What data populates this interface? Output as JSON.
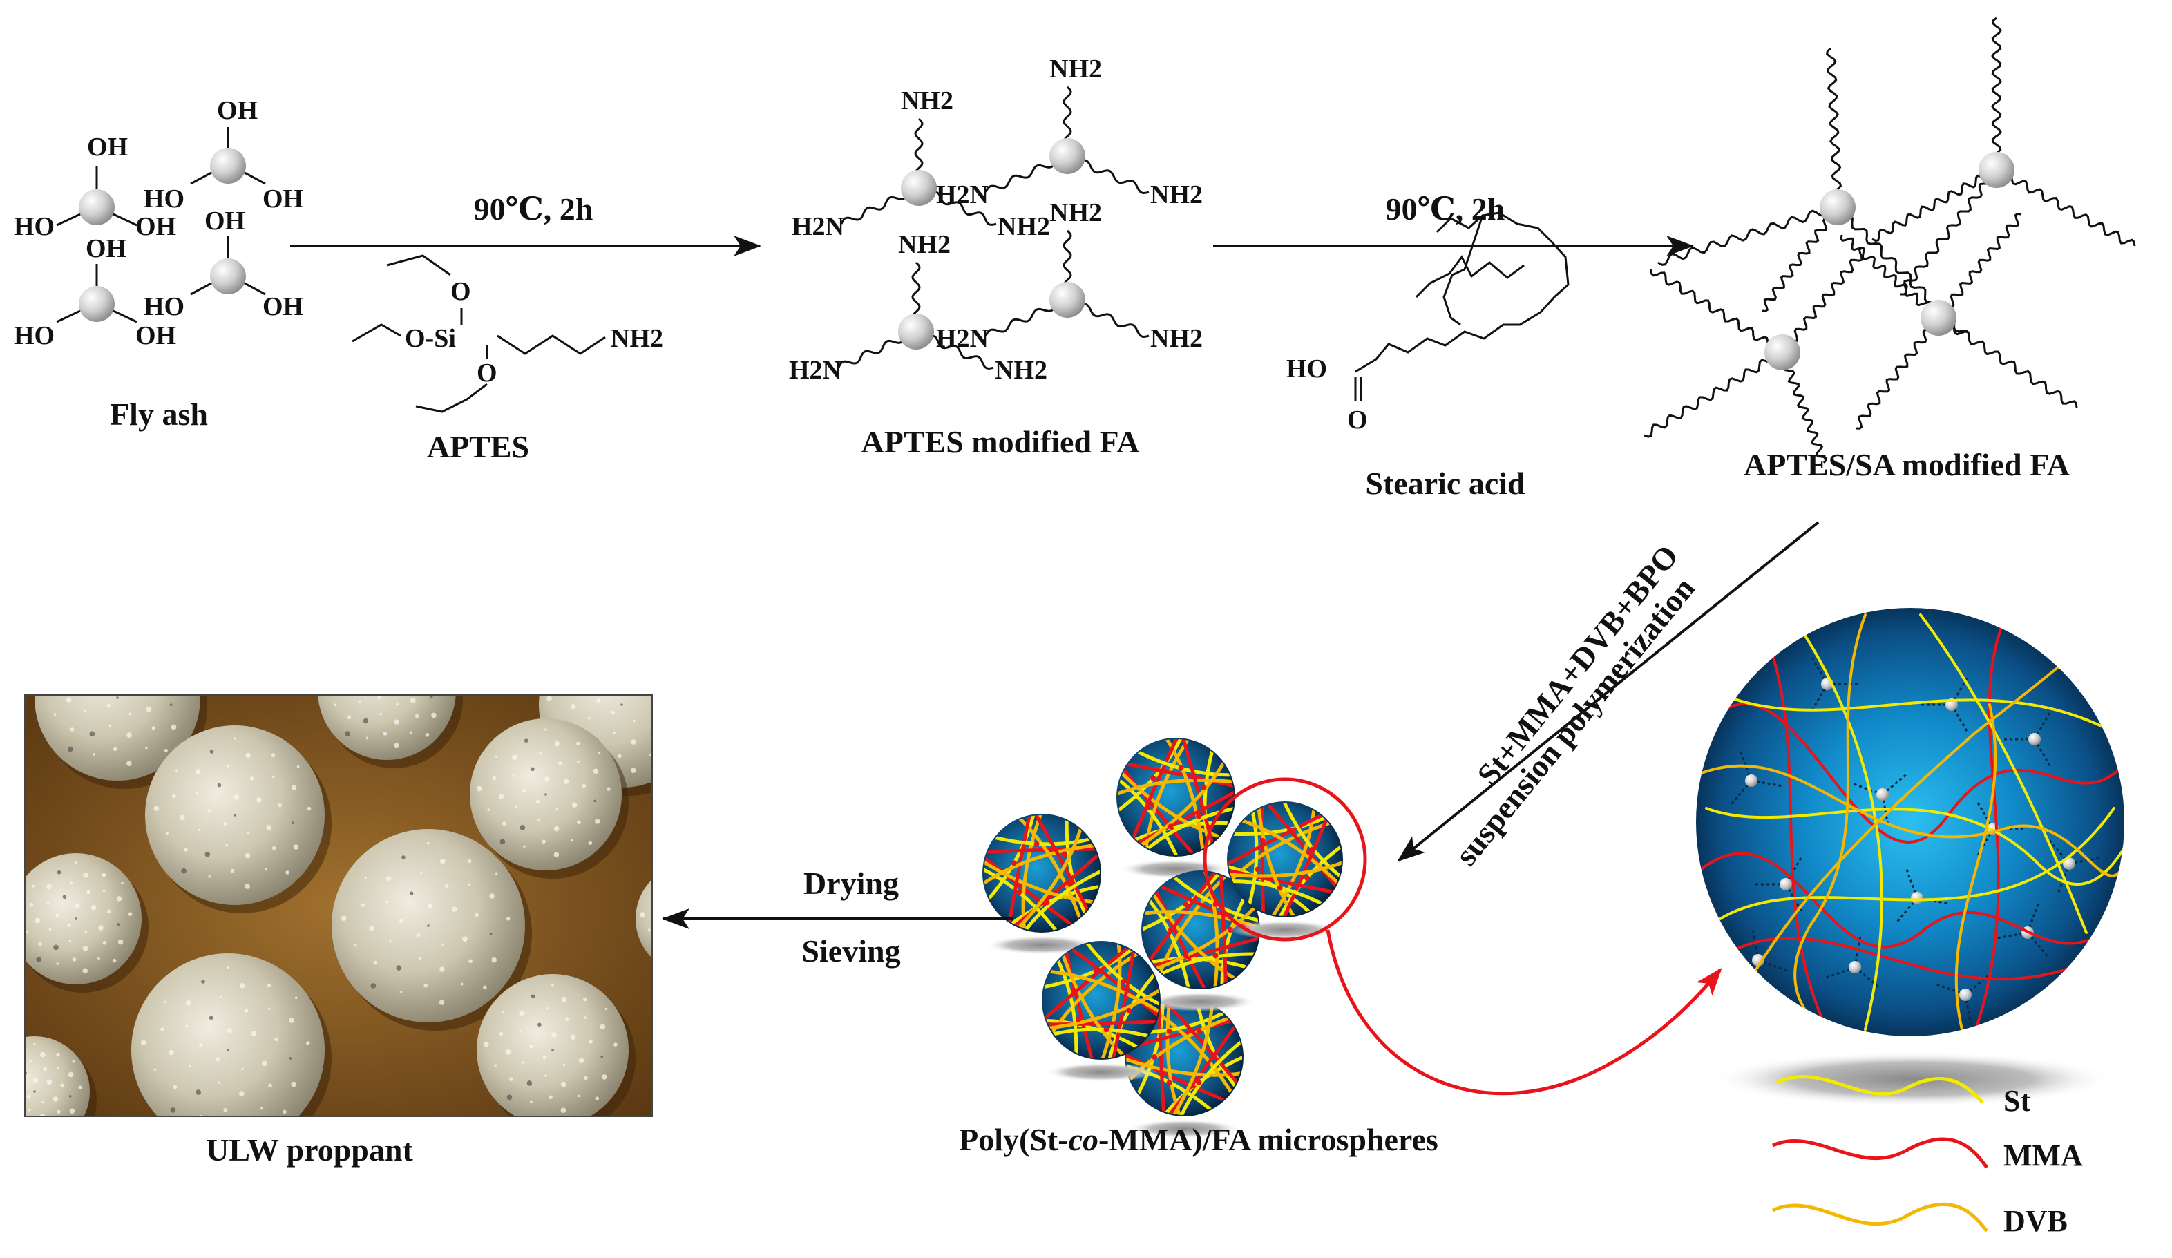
{
  "stage1": {
    "name": "Fly ash",
    "groups": [
      "OH",
      "HO",
      "OH",
      "OH",
      "HO",
      "OH",
      "OH",
      "HO",
      "OH",
      "OH",
      "HO",
      "OH"
    ]
  },
  "step1": {
    "condition": "90℃, 2h",
    "reagent": "APTES",
    "formula": {
      "o_top": "O",
      "si": "O-Si",
      "o_bottom": "O",
      "nh2": "NH2"
    }
  },
  "stage2": {
    "name": "APTES modified FA",
    "amine": "NH2",
    "amine_rev": "H2N"
  },
  "step2": {
    "condition": "90℃, 2h",
    "reagent": "Stearic acid",
    "formula": {
      "ho": "HO",
      "o": "O"
    }
  },
  "stage3": {
    "name": "APTES/SA modified FA"
  },
  "step3": {
    "line1": "St+MMA+DVB+BPO",
    "line2": "suspension polymerization"
  },
  "stage4": {
    "name": "Poly(St-co-MMA)/FA microspheres",
    "name_pre": "Poly(St-",
    "name_italic": "co",
    "name_post": "-MMA)/FA microspheres"
  },
  "step4": {
    "line1": "Drying",
    "line2": "Sieving"
  },
  "stage5": {
    "name": "ULW proppant"
  },
  "legend": {
    "items": [
      {
        "label": "St",
        "color": "#f2ea00"
      },
      {
        "label": "MMA",
        "color": "#e8141c"
      },
      {
        "label": "DVB",
        "color": "#f5b800"
      }
    ]
  },
  "colors": {
    "arrow": "#222222",
    "zoom": "#e8141c",
    "sphere_core": "#1aa3e0",
    "sphere_edge": "#05243f"
  }
}
